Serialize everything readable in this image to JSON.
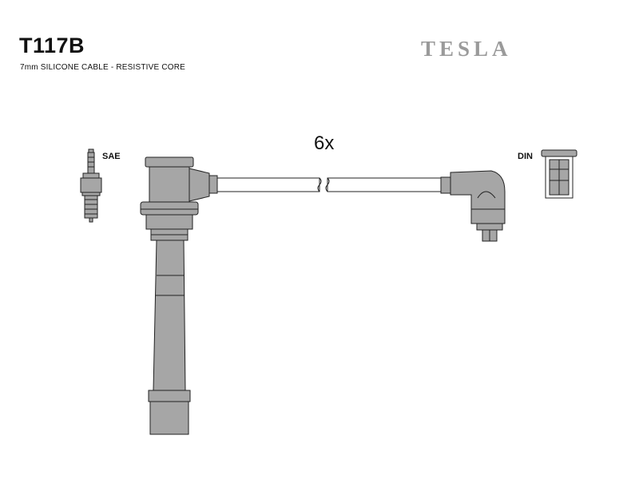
{
  "header": {
    "part_number": "T117B",
    "description": "7mm SILICONE CABLE - RESISTIVE CORE",
    "brand": "TESLA"
  },
  "diagram": {
    "spark_plug_label": "SAE",
    "distributor_label": "DIN",
    "quantity": "6x"
  },
  "colors": {
    "part_fill": "#a6a6a6",
    "outline": "#222222",
    "brand_gray": "#9a9a9a"
  }
}
